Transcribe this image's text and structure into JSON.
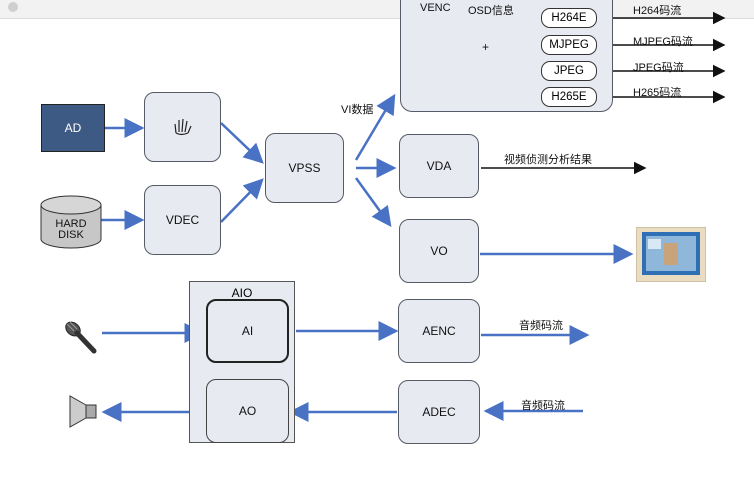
{
  "nodes": {
    "ad": "AD",
    "hard_disk": "HARD\nDISK",
    "vi_icon": "hand-icon",
    "vdec": "VDEC",
    "vpss": "VPSS",
    "vi_data": "VI数据",
    "venc": "VENC",
    "osd": "OSD信息",
    "plus": "+",
    "h264e": "H264E",
    "mjpeg": "MJPEG",
    "jpeg": "JPEG",
    "h265e": "H265E",
    "h264_stream": "H264码流",
    "mjpeg_stream": "MJPEG码流",
    "jpeg_stream": "JPEG码流",
    "h265_stream": "H265码流",
    "vda": "VDA",
    "vda_result": "视频侦测分析结果",
    "vo": "VO",
    "aio": "AIO",
    "ai": "AI",
    "ao": "AO",
    "aenc": "AENC",
    "adec": "ADEC",
    "aenc_stream": "音频码流",
    "adec_stream": "音频码流",
    "mic_icon": "microphone-icon",
    "speaker_icon": "speaker-icon",
    "monitor_icon": "monitor-icon"
  },
  "colors": {
    "arrow_blue": "#4a72c4",
    "ad_fill": "#3d5a85",
    "box_fill": "#e8eaf1",
    "disk_fill": "#c7c7c7"
  }
}
